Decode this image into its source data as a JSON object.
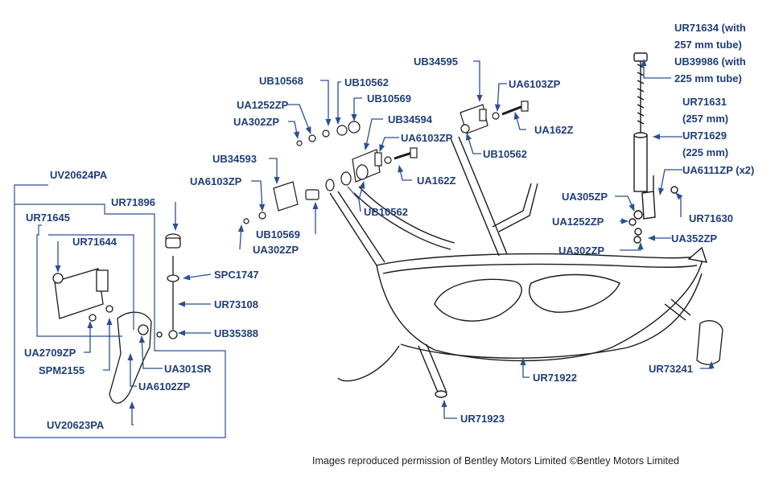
{
  "colors": {
    "label": "#1f3d7a",
    "leader": "#2a4f95",
    "line_art": "#1a1a1a",
    "fill": "#ffffff"
  },
  "labels": {
    "ur71634": "UR71634 (with\n257 mm tube)\nUB39986 (with\n225 mm tube)",
    "ur71631": "UR71631\n(257 mm)",
    "ur71629": "UR71629\n(225 mm)",
    "ua6111zp": "UA6111ZP (x2)",
    "ur71630": "UR71630",
    "ua352zp": "UA352ZP",
    "ua305zp": "UA305ZP",
    "ua1252zp_r": "UA1252ZP",
    "ua302zp_r": "UA302ZP",
    "ub34595": "UB34595",
    "ua6103zp_top": "UA6103ZP",
    "ua162z_top": "UA162Z",
    "ub10562_top": "UB10562",
    "ub10568": "UB10568",
    "ub10562_mid": "UB10562",
    "ub10569_top": "UB10569",
    "ua1252zp": "UA1252ZP",
    "ua302zp_top": "UA302ZP",
    "ub34594": "UB34594",
    "ua6103zp_mid": "UA6103ZP",
    "ua162z_mid": "UA162Z",
    "ub34593": "UB34593",
    "ua6103zp_left": "UA6103ZP",
    "ub10562_low": "UB10562",
    "ub10569_low": "UB10569",
    "ua302zp_low": "UA302ZP",
    "uv20624pa": "UV20624PA",
    "ur71896": "UR71896",
    "ur71645": "UR71645",
    "ur71644": "UR71644",
    "spc1747": "SPC1747",
    "ur73108": "UR73108",
    "ub35388": "UB35388",
    "ua2709zp": "UA2709ZP",
    "spm2155": "SPM2155",
    "ua301sr": "UA301SR",
    "ua6102zp": "UA6102ZP",
    "uv20623pa": "UV20623PA",
    "ur71922": "UR71922",
    "ur71923": "UR71923",
    "ur73241": "UR73241"
  },
  "credit": "Images reproduced permission of Bentley Motors Limited ©Bentley Motors Limited"
}
